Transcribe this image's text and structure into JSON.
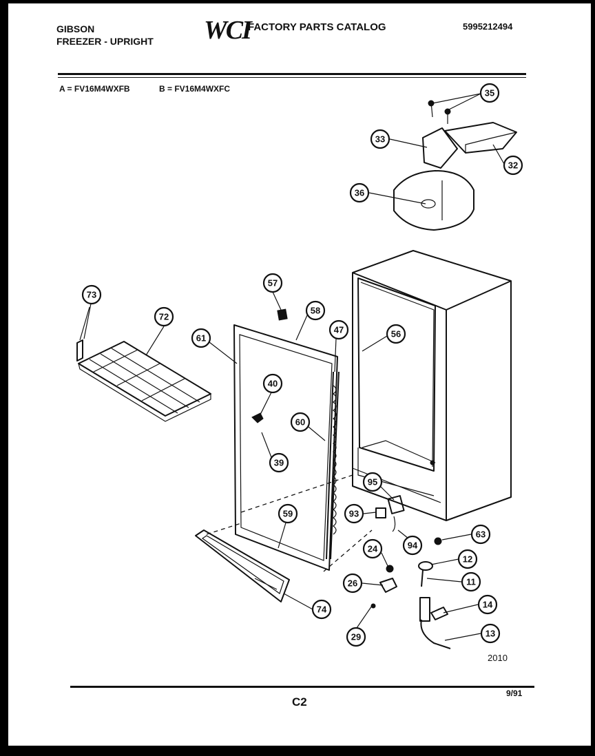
{
  "header": {
    "brand_line1": "GIBSON",
    "brand_line2": "FREEZER - UPRIGHT",
    "logo": "WCI",
    "catalog_title": "FACTORY PARTS CATALOG",
    "catalog_number": "5995212494"
  },
  "models": {
    "a": "A = FV16M4WXFB",
    "b": "B = FV16M4WXFC"
  },
  "footer": {
    "diagram_code": "2010",
    "page_code": "C2",
    "date": "9/91"
  },
  "callouts": [
    "35",
    "33",
    "32",
    "36",
    "73",
    "72",
    "57",
    "58",
    "47",
    "56",
    "61",
    "40",
    "60",
    "39",
    "59",
    "95",
    "93",
    "94",
    "63",
    "24",
    "12",
    "11",
    "26",
    "74",
    "14",
    "29",
    "13"
  ]
}
